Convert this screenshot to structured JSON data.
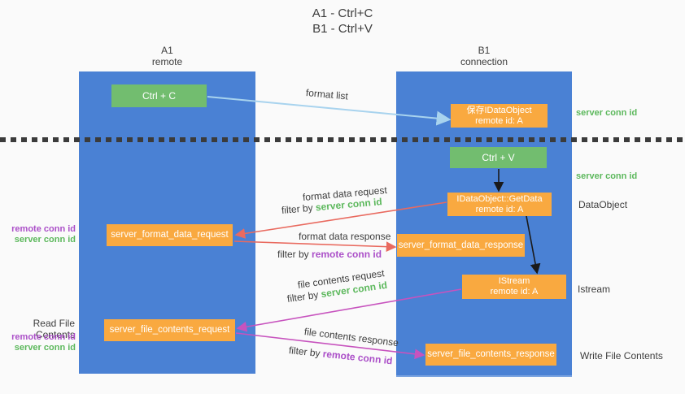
{
  "title": {
    "line1": "A1 - Ctrl+C",
    "line2": "B1 - Ctrl+V"
  },
  "lifelines": {
    "left": {
      "name": "A1",
      "role": "remote"
    },
    "right": {
      "name": "B1",
      "role": "connection"
    }
  },
  "nodes": {
    "ctrl_c": {
      "label": "Ctrl + C"
    },
    "ctrl_v": {
      "label": "Ctrl + V"
    },
    "save_dataobject": {
      "line1": "保存IDataObject",
      "line2": "remote id: A"
    },
    "getdata": {
      "line1": "IDataObject::GetData",
      "line2": "remote id: A"
    },
    "istream": {
      "line1": "IStream",
      "line2": "remote id: A"
    },
    "format_request": {
      "label": "server_format_data_request"
    },
    "format_response": {
      "label": "server_format_data_response"
    },
    "file_request": {
      "label": "server_file_contents_request"
    },
    "file_response": {
      "label": "server_file_contents_response"
    }
  },
  "arrows": {
    "format_list": {
      "label": "format list"
    },
    "format_data_request": {
      "label": "format data request",
      "filter_prefix": "filter by",
      "filter_key": "server conn id"
    },
    "format_data_response": {
      "label": "format data response",
      "filter_prefix": "filter by",
      "filter_key": "remote conn id"
    },
    "file_contents_request": {
      "label": "file contents request",
      "filter_prefix": "filter by",
      "filter_key": "server conn id"
    },
    "file_contents_response": {
      "label": "file contents response",
      "filter_prefix": "filter by",
      "filter_key": "remote conn id"
    }
  },
  "side_labels": {
    "server_conn_id_top": "server conn id",
    "server_conn_id_ctrlv": "server conn id",
    "dataobject": "DataObject",
    "istream": "Istream",
    "write_file_contents": "Write File Contents",
    "read_file_contents": "Read File Contents",
    "format_remote_conn_id": "remote conn id",
    "format_server_conn_id": "server conn id",
    "file_remote_conn_id": "remote conn id",
    "file_server_conn_id": "server conn id"
  },
  "colors": {
    "background": "#fafafa",
    "lifeline_blue": "#4a81d4",
    "node_green": "#72bd6f",
    "node_orange": "#f9a940",
    "label_green": "#5cb85c",
    "label_purple": "#ab4fc8",
    "arrow_light_blue": "#a8d3ee",
    "arrow_red": "#e96a5f",
    "arrow_magenta": "#c753be",
    "arrow_black": "#1a1a1a",
    "text_dark": "#3d3d3d"
  }
}
